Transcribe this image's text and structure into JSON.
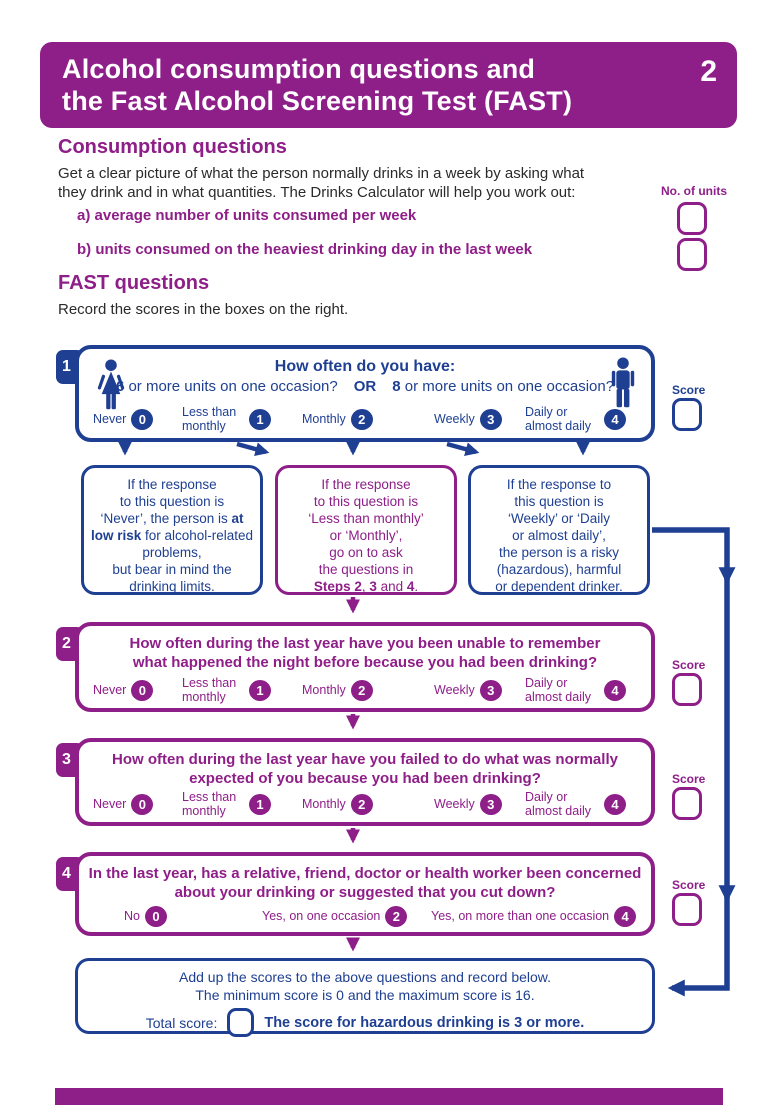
{
  "colors": {
    "purple": "#8e1e88",
    "blue": "#1e3f92"
  },
  "header": {
    "title_line1": "Alcohol consumption questions and",
    "title_line2": "the Fast Alcohol Screening Test (FAST)",
    "page_number": "2"
  },
  "consumption": {
    "heading": "Consumption questions",
    "intro_line1": "Get a clear picture of what the person normally drinks in a week by asking what",
    "intro_line2": "they drink and in what quantities. The Drinks Calculator will help you work out:",
    "units_label": "No. of units",
    "item_a": "a) average number of units consumed per week",
    "item_b": "b) units consumed on the heaviest drinking day in the last week"
  },
  "fast": {
    "heading": "FAST questions",
    "instruction": "Record the scores in the boxes on the right.",
    "score_label": "Score",
    "frequency_options": [
      {
        "label": "Never",
        "score": "0"
      },
      {
        "label": "Less than monthly",
        "score": "1"
      },
      {
        "label": "Monthly",
        "score": "2"
      },
      {
        "label": "Weekly",
        "score": "3"
      },
      {
        "label": "Daily or almost daily",
        "score": "4"
      }
    ],
    "q1": {
      "number": "1",
      "title": "How often do you have:",
      "left_num": "6",
      "left_rest": " or more units on one occasion?",
      "or": "OR",
      "right_num": "8",
      "right_rest": " or more units on one occasion?"
    },
    "info_low_risk": {
      "part1": "If the response\nto this question is\n‘Never’, the person is ",
      "bold1": "at\nlow risk",
      "part2": " for alcohol-related\nproblems,\nbut bear in mind the\ndrinking limits."
    },
    "info_continue": {
      "part1": "If the response\nto this question is\n‘Less than monthly’\nor ‘Monthly’,\ngo on to ask\nthe questions in\n",
      "bold1": "Steps 2",
      "part2": ", ",
      "bold2": "3",
      "part3": " and ",
      "bold3": "4",
      "part4": "."
    },
    "info_risky": {
      "text": "If the response to\nthis question is\n‘Weekly’ or ‘Daily\nor almost daily’,\nthe person is a risky\n(hazardous), harmful\nor dependent drinker."
    },
    "q2": {
      "number": "2",
      "line1": "How often during the last year have you been unable to remember",
      "line2": "what happened the night before because you had been drinking?"
    },
    "q3": {
      "number": "3",
      "line1": "How often during the last year have you failed to do what was normally",
      "line2": "expected of you because you had been drinking?"
    },
    "q4": {
      "number": "4",
      "line1": "In the last year, has a relative, friend, doctor or health worker been concerned",
      "line2": "about your drinking or suggested that you cut down?",
      "options": [
        {
          "label": "No",
          "score": "0"
        },
        {
          "label": "Yes, on one occasion",
          "score": "2"
        },
        {
          "label": "Yes, on more than one occasion",
          "score": "4"
        }
      ]
    },
    "total": {
      "line1": "Add up the scores to the above questions and record below.",
      "line2": "The minimum score is 0 and the maximum score is 16.",
      "total_label": "Total score:",
      "note": "The score for hazardous drinking is 3 or more."
    }
  }
}
